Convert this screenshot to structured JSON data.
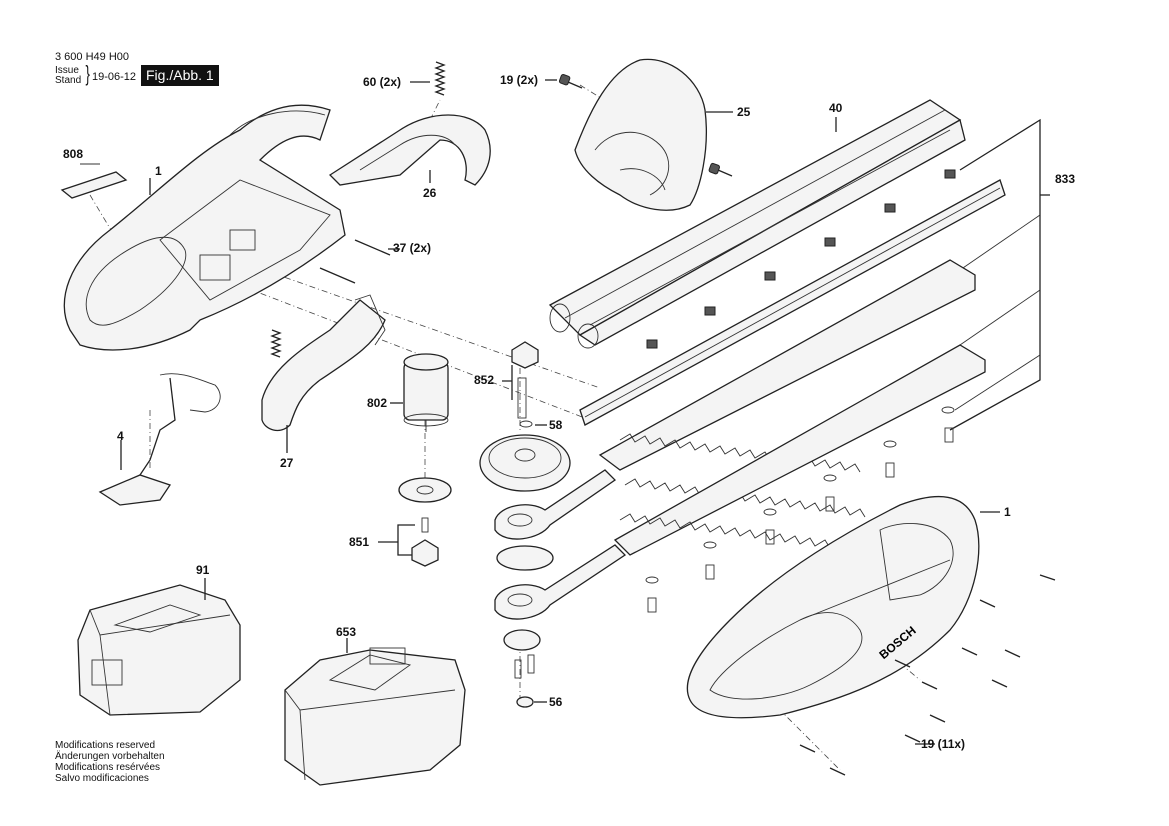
{
  "header": {
    "doc_number": "3 600 H49 H00",
    "issue_label": "Issue",
    "stand_label": "Stand",
    "date": "19-06-12",
    "figure": "Fig./Abb. 1"
  },
  "labels": {
    "p808": "808",
    "p1_top": "1",
    "p60": "60 (2x)",
    "p26": "26",
    "p19_top": "19 (2x)",
    "p25": "25",
    "p40": "40",
    "p833": "833",
    "p37": "37 (2x)",
    "p852": "852",
    "p802": "802",
    "p58": "58",
    "p4": "4",
    "p27": "27",
    "p851": "851",
    "p1_right": "1",
    "p91": "91",
    "p653": "653",
    "p56": "56",
    "p19_bottom": "19 (11x)"
  },
  "notes": [
    "Modifications reserved",
    "Änderungen vorbehalten",
    "Modifications resérvées",
    "Salvo modificaciones"
  ],
  "brand_mark": "BOSCH"
}
